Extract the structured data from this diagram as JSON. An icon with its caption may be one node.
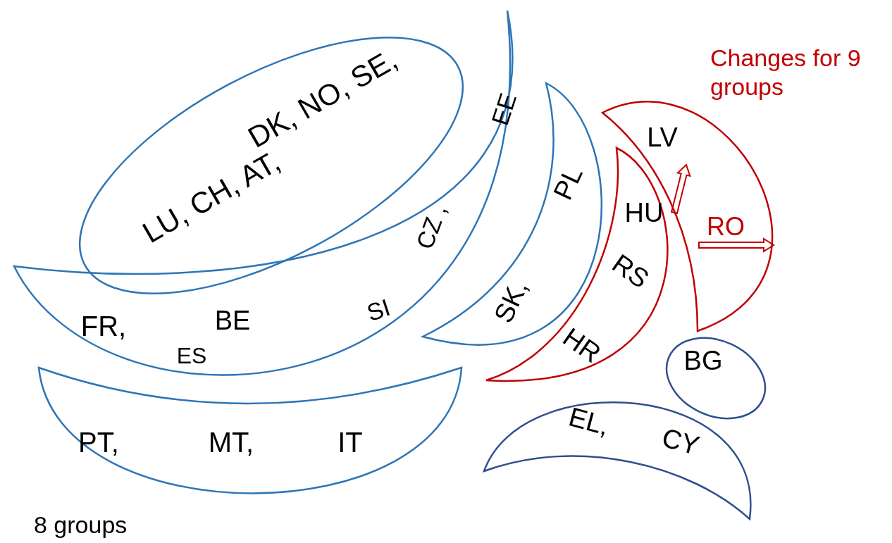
{
  "diagram": {
    "nodes": [
      {
        "text": [
          "DK, NO, SE,",
          "LU, CH, AT,"
        ]
      },
      {
        "text": [
          "EE",
          "CZ ,",
          "SI",
          "BE",
          "FR,",
          "ES"
        ]
      },
      {
        "text": [
          "PT,",
          "MT,",
          "IT"
        ]
      },
      {
        "text": [
          "PL",
          "SK,"
        ]
      },
      {
        "text": [
          "LV",
          "RO"
        ]
      },
      {
        "text": [
          "HU",
          "RS",
          "HR"
        ]
      },
      {
        "text": [
          "BG"
        ]
      },
      {
        "text": [
          "EL,",
          "CY"
        ]
      }
    ],
    "labels": [
      "Changes for 9 groups",
      "8 groups"
    ]
  }
}
